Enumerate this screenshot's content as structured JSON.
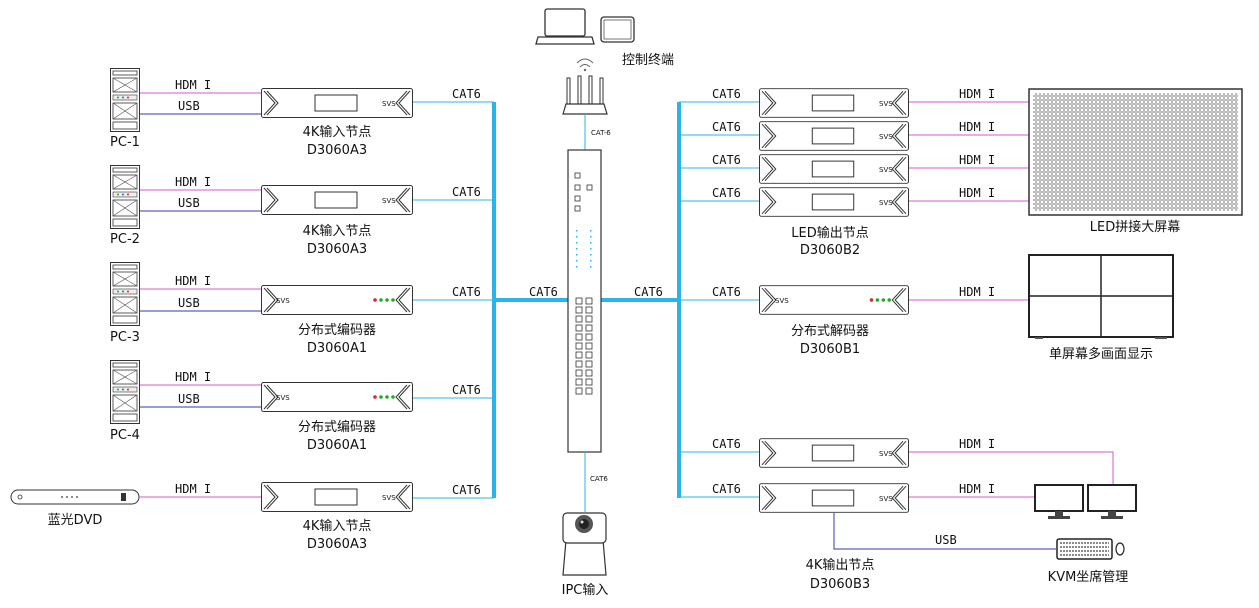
{
  "colors": {
    "cat6": "#2ab4e8",
    "hdmi": "#d65ad0",
    "usb": "#3a3aa8",
    "device_stroke": "#333333"
  },
  "labels": {
    "cat6": "CAT6",
    "cat6_small": "CAT-6",
    "cat6_small_bottom": "CAT6",
    "hdmi": "HDMI",
    "hdmi_spaced": "HDM I",
    "usb": "USB",
    "svs": "SVS"
  },
  "left_sources": [
    {
      "name": "PC-1",
      "has_usb": true,
      "node_title": "4K输入节点",
      "node_model": "D3060A3",
      "node_style": "input"
    },
    {
      "name": "PC-2",
      "has_usb": true,
      "node_title": "4K输入节点",
      "node_model": "D3060A3",
      "node_style": "input"
    },
    {
      "name": "PC-3",
      "has_usb": true,
      "node_title": "分布式编码器",
      "node_model": "D3060A1",
      "node_style": "encoder"
    },
    {
      "name": "PC-4",
      "has_usb": true,
      "node_title": "分布式编码器",
      "node_model": "D3060A1",
      "node_style": "encoder"
    },
    {
      "name": "蓝光DVD",
      "has_usb": false,
      "node_title": "4K输入节点",
      "node_model": "D3060A3",
      "node_style": "input"
    }
  ],
  "center": {
    "control_terminal": "控制终端",
    "ipc_label": "IPC输入"
  },
  "right_outputs": {
    "led_group": {
      "title": "LED输出节点",
      "model": "D3060B2",
      "count": 4,
      "screen_label": "LED拼接大屏幕"
    },
    "decoder": {
      "title": "分布式解码器",
      "model": "D3060B1",
      "screen_label": "单屏幕多画面显示"
    },
    "kvm_group": {
      "title": "4K输出节点",
      "model": "D3060B3",
      "count": 2,
      "kvm_label": "KVM坐席管理"
    }
  }
}
